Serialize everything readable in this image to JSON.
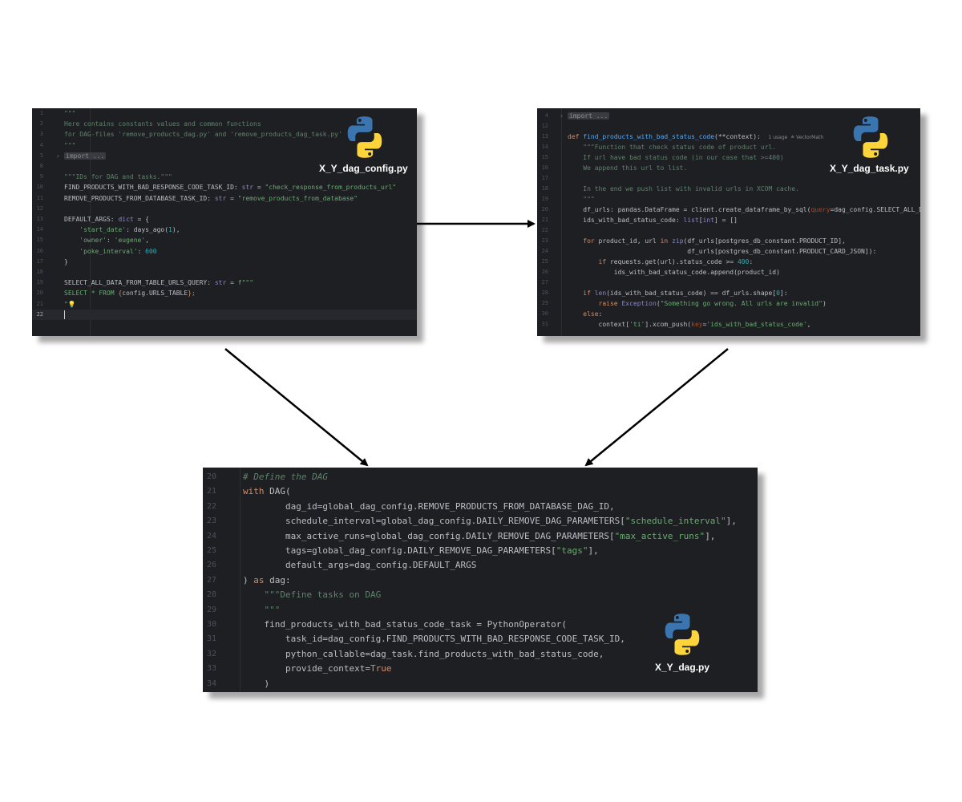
{
  "panels": {
    "config": {
      "filename": "X_Y_dag_config.py",
      "lines": [
        {
          "n": "1",
          "t": "\"\"\""
        },
        {
          "n": "2",
          "t": "Here contains constants values and common functions"
        },
        {
          "n": "3",
          "t": "for DAG-files 'remove_products_dag.py' and 'remove_products_dag_task.py'"
        },
        {
          "n": "4",
          "t": "\"\"\""
        },
        {
          "n": "5",
          "fold": "import ..."
        },
        {
          "n": "8",
          "t": ""
        },
        {
          "n": "9",
          "t": "\"\"\"IDs for DAG and tasks.\"\"\""
        },
        {
          "n": "10",
          "t": "FIND_PRODUCTS_WITH_BAD_RESPONSE_CODE_TASK_ID: str = \"check_response_from_products_url\""
        },
        {
          "n": "11",
          "t": "REMOVE_PRODUCTS_FROM_DATABASE_TASK_ID: str = \"remove_products_from_database\""
        },
        {
          "n": "12",
          "t": ""
        },
        {
          "n": "13",
          "t": "DEFAULT_ARGS: dict = {"
        },
        {
          "n": "14",
          "t": "    'start_date': days_ago(1),"
        },
        {
          "n": "15",
          "t": "    'owner': 'eugene',"
        },
        {
          "n": "16",
          "t": "    'poke_interval': 600"
        },
        {
          "n": "17",
          "t": "}"
        },
        {
          "n": "18",
          "t": ""
        },
        {
          "n": "19",
          "t": "SELECT_ALL_DATA_FROM_TABLE_URLS_QUERY: str = f\"\"\""
        },
        {
          "n": "20",
          "t": "SELECT * FROM {config.URLS_TABLE};"
        },
        {
          "n": "21",
          "t": "\"💡"
        },
        {
          "n": "22",
          "t": ""
        }
      ]
    },
    "task": {
      "filename": "X_Y_dag_task.py",
      "lines": [
        {
          "n": "4",
          "fold": "import ..."
        },
        {
          "n": "12",
          "t": ""
        },
        {
          "n": "13",
          "t": "def find_products_with_bad_status_code(**context):",
          "hint": "1 usage  ≗ VectorMath"
        },
        {
          "n": "14",
          "t": "    \"\"\"Function that check status code of product url."
        },
        {
          "n": "15",
          "t": "    If url have bad status code (in our case that >=400)"
        },
        {
          "n": "16",
          "t": "    We append this url to list."
        },
        {
          "n": "17",
          "t": ""
        },
        {
          "n": "18",
          "t": "    In the end we push list with invalid urls in XCOM cache."
        },
        {
          "n": "19",
          "t": "    \"\"\""
        },
        {
          "n": "20",
          "t": "    df_urls: pandas.DataFrame = client.create_dataframe_by_sql(query=dag_config.SELECT_ALL_DATA"
        },
        {
          "n": "21",
          "t": "    ids_with_bad_status_code: list[int] = []"
        },
        {
          "n": "22",
          "t": ""
        },
        {
          "n": "23",
          "t": "    for product_id, url in zip(df_urls[postgres_db_constant.PRODUCT_ID],"
        },
        {
          "n": "24",
          "t": "                               df_urls[postgres_db_constant.PRODUCT_CARD_JSON]):"
        },
        {
          "n": "25",
          "t": "        if requests.get(url).status_code >= 400:"
        },
        {
          "n": "26",
          "t": "            ids_with_bad_status_code.append(product_id)"
        },
        {
          "n": "27",
          "t": ""
        },
        {
          "n": "28",
          "t": "    if len(ids_with_bad_status_code) == df_urls.shape[0]:"
        },
        {
          "n": "29",
          "t": "        raise Exception(\"Something go wrong. All urls are invalid\")"
        },
        {
          "n": "30",
          "t": "    else:"
        },
        {
          "n": "31",
          "t": "        context['ti'].xcom_push(key='ids_with_bad_status_code',"
        }
      ]
    },
    "dag": {
      "filename": "X_Y_dag.py",
      "lines": [
        {
          "n": "20",
          "t": "# Define the DAG"
        },
        {
          "n": "21",
          "t": "with DAG("
        },
        {
          "n": "22",
          "t": "        dag_id=global_dag_config.REMOVE_PRODUCTS_FROM_DATABASE_DAG_ID,"
        },
        {
          "n": "23",
          "t": "        schedule_interval=global_dag_config.DAILY_REMOVE_DAG_PARAMETERS[\"schedule_interval\"],"
        },
        {
          "n": "24",
          "t": "        max_active_runs=global_dag_config.DAILY_REMOVE_DAG_PARAMETERS[\"max_active_runs\"],"
        },
        {
          "n": "25",
          "t": "        tags=global_dag_config.DAILY_REMOVE_DAG_PARAMETERS[\"tags\"],"
        },
        {
          "n": "26",
          "t": "        default_args=dag_config.DEFAULT_ARGS"
        },
        {
          "n": "27",
          "t": ") as dag:"
        },
        {
          "n": "28",
          "t": "    \"\"\"Define tasks on DAG"
        },
        {
          "n": "29",
          "t": "    \"\"\""
        },
        {
          "n": "30",
          "t": "    find_products_with_bad_status_code_task = PythonOperator("
        },
        {
          "n": "31",
          "t": "        task_id=dag_config.FIND_PRODUCTS_WITH_BAD_RESPONSE_CODE_TASK_ID,"
        },
        {
          "n": "32",
          "t": "        python_callable=dag_task.find_products_with_bad_status_code,"
        },
        {
          "n": "33",
          "t": "        provide_context=True"
        },
        {
          "n": "34",
          "t": "    )"
        }
      ]
    }
  },
  "colors": {
    "editor_bg": "#1e1f22",
    "python_blue": "#3a75b0",
    "python_yellow": "#ffd43b",
    "arrow": "#000000"
  },
  "icons": [
    "python-logo-icon"
  ]
}
